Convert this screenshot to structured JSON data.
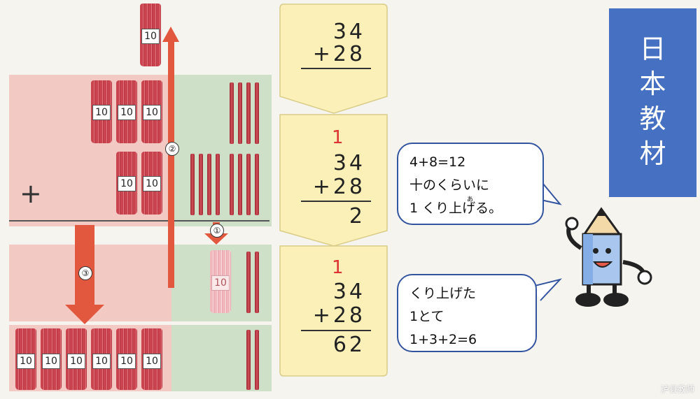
{
  "bundle_label": "10",
  "problem": {
    "top": "34",
    "bottom": "+28",
    "step2_result": "2",
    "step3_result": "62",
    "carry": "1"
  },
  "steps": {
    "s1": "①",
    "s2": "②",
    "s3": "③"
  },
  "plus": "+",
  "bubble1": {
    "line1": "4+8=12",
    "line2": "十のくらいに",
    "line3": "1 くり上げる。",
    "ruby": "あ"
  },
  "bubble2": {
    "line1": "くり上げた",
    "line2": "1とて",
    "line3": "1+3+2=6"
  },
  "banner": {
    "c1": "日",
    "c2": "本",
    "c3": "教",
    "c4": "材"
  },
  "watermark": "泸县教师",
  "colors": {
    "pink_zone": "#f3c9c4",
    "green_zone": "#cfe0c8",
    "calc_box": "#fbf1b8",
    "arrow": "#e2583e",
    "banner": "#4670c2",
    "carry_digit": "#dd3333"
  }
}
